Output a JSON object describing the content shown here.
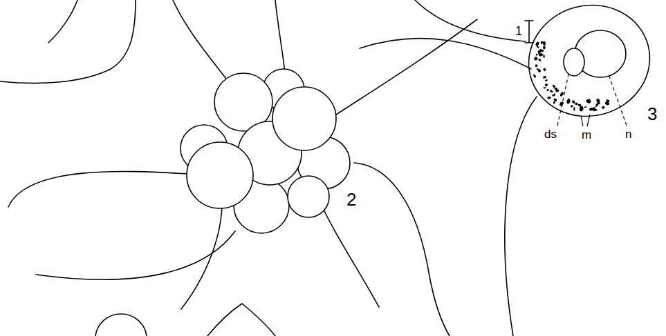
{
  "diagram": {
    "labels": [
      "1",
      "2",
      "3",
      "ds",
      "m",
      "n"
    ]
  }
}
